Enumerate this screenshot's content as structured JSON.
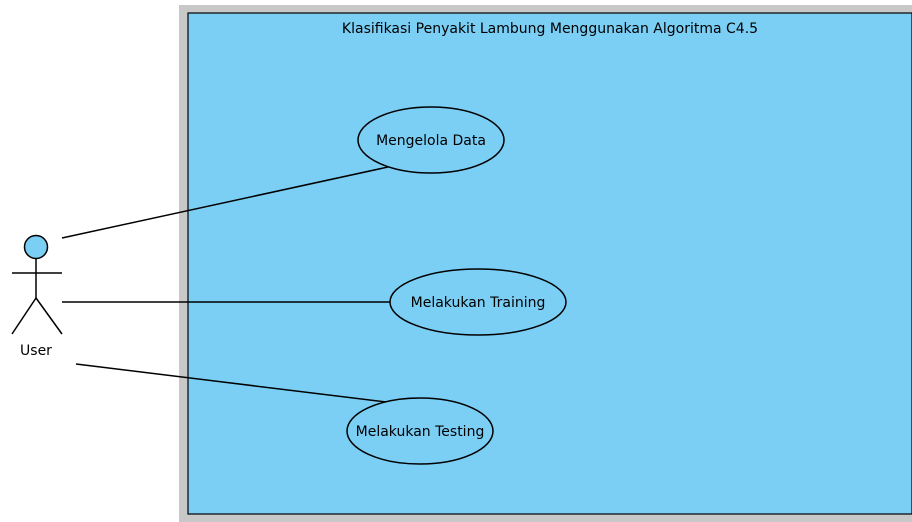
{
  "system": {
    "title": "Klasifikasi Penyakit Lambung Menggunakan Algoritma C4.5"
  },
  "actor": {
    "label": "User"
  },
  "use_cases": [
    {
      "label": "Mengelola Data"
    },
    {
      "label": "Melakukan Training"
    },
    {
      "label": "Melakukan Testing"
    }
  ],
  "colors": {
    "system_fill": "#7BCFF5",
    "system_shadow": "#C8C8C8",
    "actor_head_fill": "#7BCFF5",
    "stroke": "#000000"
  }
}
